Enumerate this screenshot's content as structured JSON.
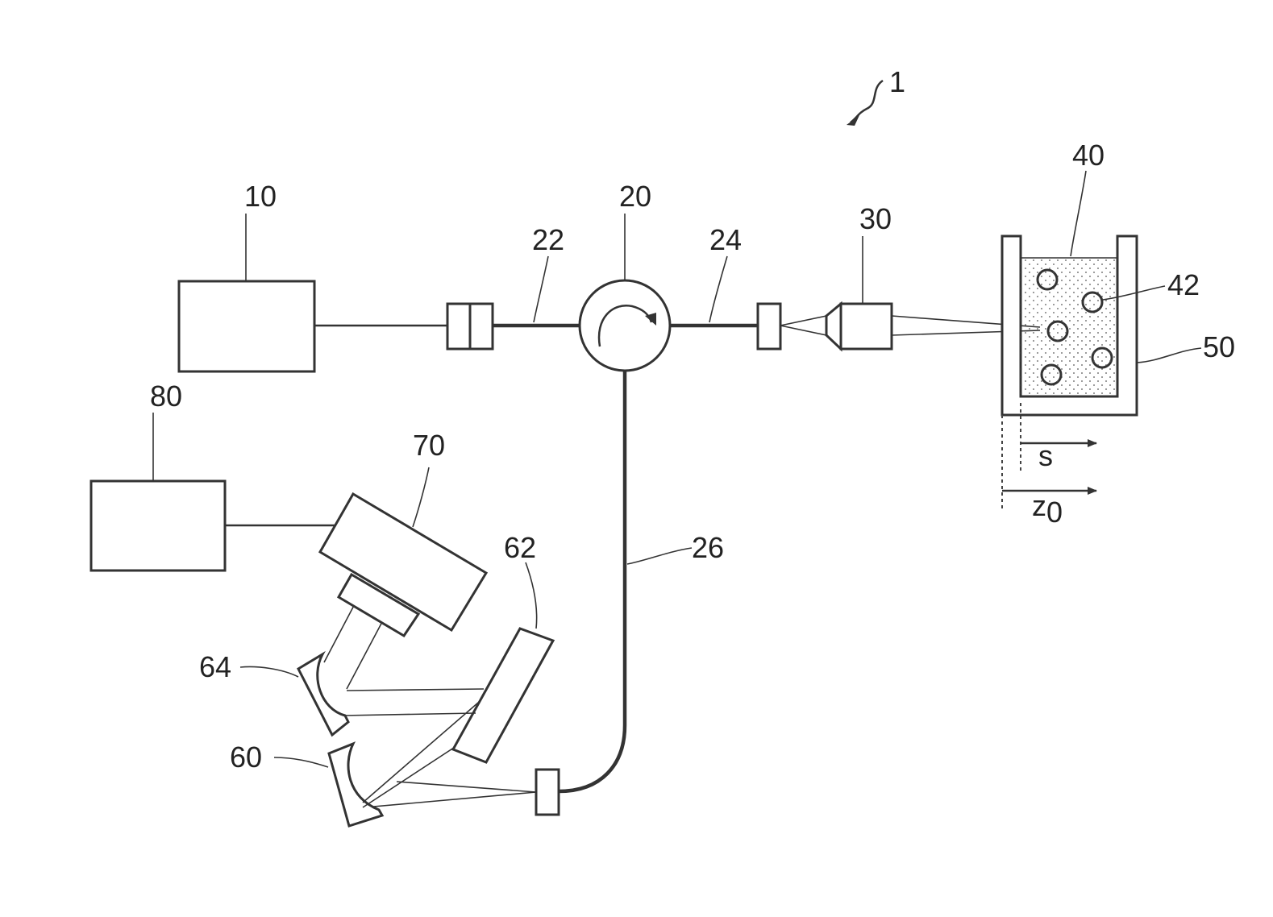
{
  "labels": {
    "system": "1",
    "light_source": "10",
    "circulator": "20",
    "fiber_a": "22",
    "fiber_b": "24",
    "fiber_c": "26",
    "objective": "30",
    "sample": "40",
    "particles": "42",
    "container": "50",
    "grating_a": "60",
    "grating_b": "62",
    "mirror": "64",
    "detector": "70",
    "processor": "80",
    "axis_s": "s",
    "axis_z": "z",
    "axis_z_sub": "0"
  },
  "colors": {
    "line": "#333333",
    "text": "#222222",
    "background": "#ffffff"
  }
}
